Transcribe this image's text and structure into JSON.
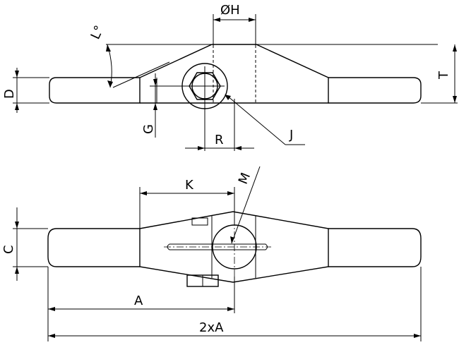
{
  "labels": {
    "diameter": "ØH",
    "angle": "L°",
    "d": "D",
    "t": "T",
    "g": "G",
    "r": "R",
    "j": "J",
    "k": "K",
    "m": "M",
    "c": "C",
    "a": "A",
    "two_a": "2xA"
  }
}
